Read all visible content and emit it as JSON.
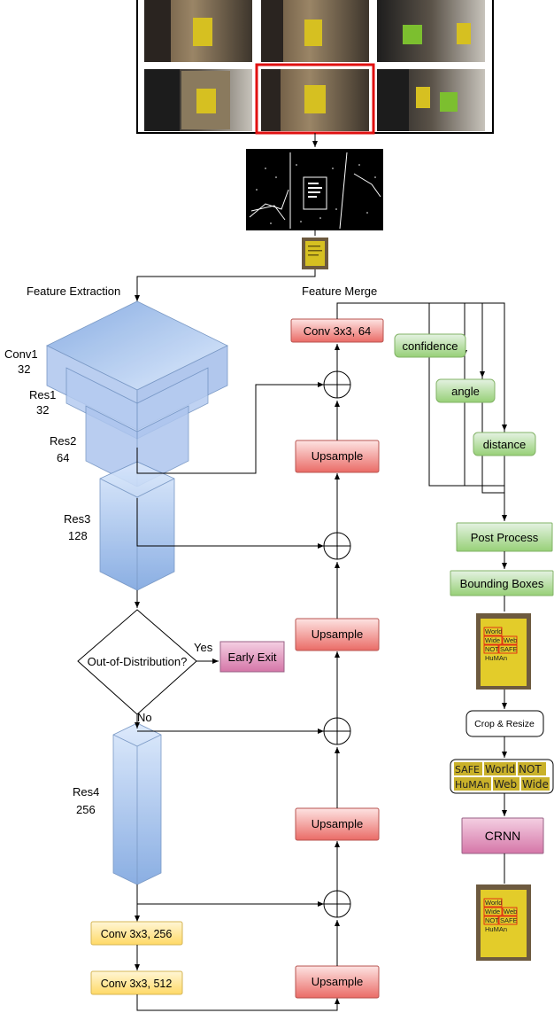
{
  "stages": {
    "feature_extraction": "Feature Extraction",
    "feature_merge": "Feature Merge"
  },
  "backbone": {
    "conv1": {
      "name": "Conv1",
      "channels": "32"
    },
    "res1": {
      "name": "Res1",
      "channels": "32"
    },
    "res2": {
      "name": "Res2",
      "channels": "64"
    },
    "res3": {
      "name": "Res3",
      "channels": "128"
    },
    "res4": {
      "name": "Res4",
      "channels": "256"
    }
  },
  "decision": {
    "question": "Out-of-Distribution?",
    "yes": "Yes",
    "no": "No",
    "early_exit": "Early Exit"
  },
  "conv_blocks": {
    "conv256": "Conv 3x3, 256",
    "conv512": "Conv 3x3, 512"
  },
  "merge": {
    "conv64": "Conv 3x3, 64",
    "upsample": "Upsample"
  },
  "outputs": {
    "confidence": "confidence",
    "angle": "angle",
    "distance": "distance"
  },
  "post": {
    "post_process": "Post Process",
    "bounding_boxes": "Bounding Boxes",
    "crop_resize": "Crop & Resize",
    "crnn": "CRNN"
  },
  "poster_words": [
    "World",
    "Wide",
    "Web",
    "NOT",
    "SAFE",
    "HuMAn"
  ],
  "cropped_words": [
    "SAFE",
    "World",
    "NOT",
    "HuMAn",
    "Web",
    "Wide"
  ],
  "poster_sign_text": [
    "World",
    "Wide Web",
    "NOT SAFE",
    "HuMAn"
  ],
  "colors": {
    "red_fill": "#f8cecc",
    "red_stroke": "#b85450",
    "green_fill": "#d5e8d4",
    "green_stroke": "#82b366",
    "yellow_fill": "#fff2cc",
    "yellow_stroke": "#d6b656",
    "pink_fill": "#e6a0c4",
    "pink_stroke": "#996185",
    "blue_light": "#dae8fc",
    "blue_dark": "#7ea6e0",
    "highlight": "#e01010"
  }
}
